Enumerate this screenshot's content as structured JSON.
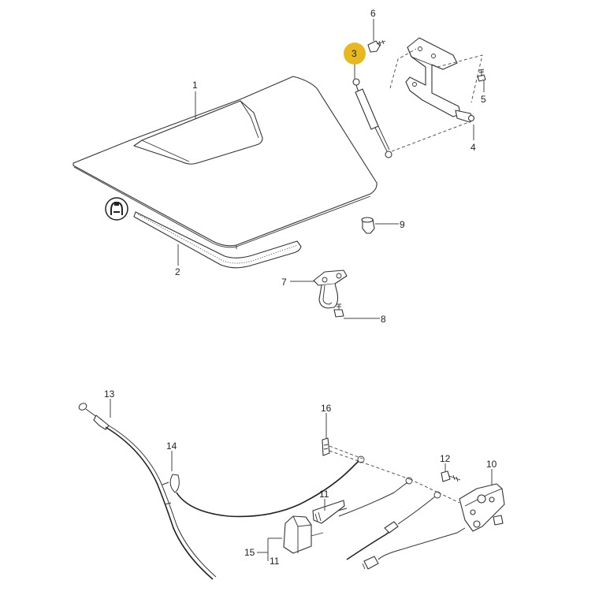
{
  "highlight": {
    "color": "#E8B820",
    "part": "3"
  },
  "callouts": {
    "p1": "1",
    "p2": "2",
    "p3": "3",
    "p4": "4",
    "p5": "5",
    "p6": "6",
    "p7": "7",
    "p8": "8",
    "p9": "9",
    "p10": "10",
    "p11a": "11",
    "p11b": "11",
    "p12": "12",
    "p13": "13",
    "p14": "14",
    "p15": "15",
    "p16": "16"
  },
  "icons": {
    "symbol": "warning-symbol-icon"
  }
}
